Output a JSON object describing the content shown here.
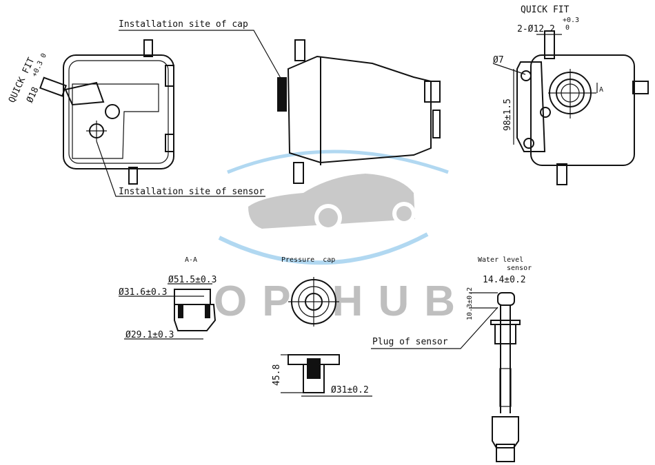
{
  "watermark": {
    "text": "OPTHUB",
    "colors": {
      "car": "#c4c4c4",
      "swoosh": "#a9d4f0",
      "text": "#b9b9b9"
    }
  },
  "labels": {
    "cap_site": "Installation site of cap",
    "sensor_site": "Installation site of sensor",
    "quick_fit_left": "QUICK FIT",
    "quick_fit_left_dim": "Ø18",
    "quick_fit_left_tol": "+0.3 0",
    "quick_fit_right": "QUICK FIT",
    "quick_fit_right_dim": "2-Ø12.2",
    "quick_fit_right_tol_upper": "+0.3",
    "quick_fit_right_tol_lower": "0",
    "hole_dim": "Ø7",
    "height_dim": "98±1.5",
    "section_marker": "A",
    "section_title": "A-A",
    "dim_outer": "Ø51.5±0.3",
    "dim_inner": "Ø31.6±0.3",
    "dim_bottom": "Ø29.1±0.3",
    "pressure_cap": "Pressure  cap",
    "cap_height": "45.8",
    "cap_dia": "Ø31±0.2",
    "water_level_1": "Water level",
    "water_level_2": "sensor",
    "sensor_width": "14.4±0.2",
    "sensor_height": "10.3±0.2",
    "plug_of_sensor": "Plug of sensor"
  }
}
